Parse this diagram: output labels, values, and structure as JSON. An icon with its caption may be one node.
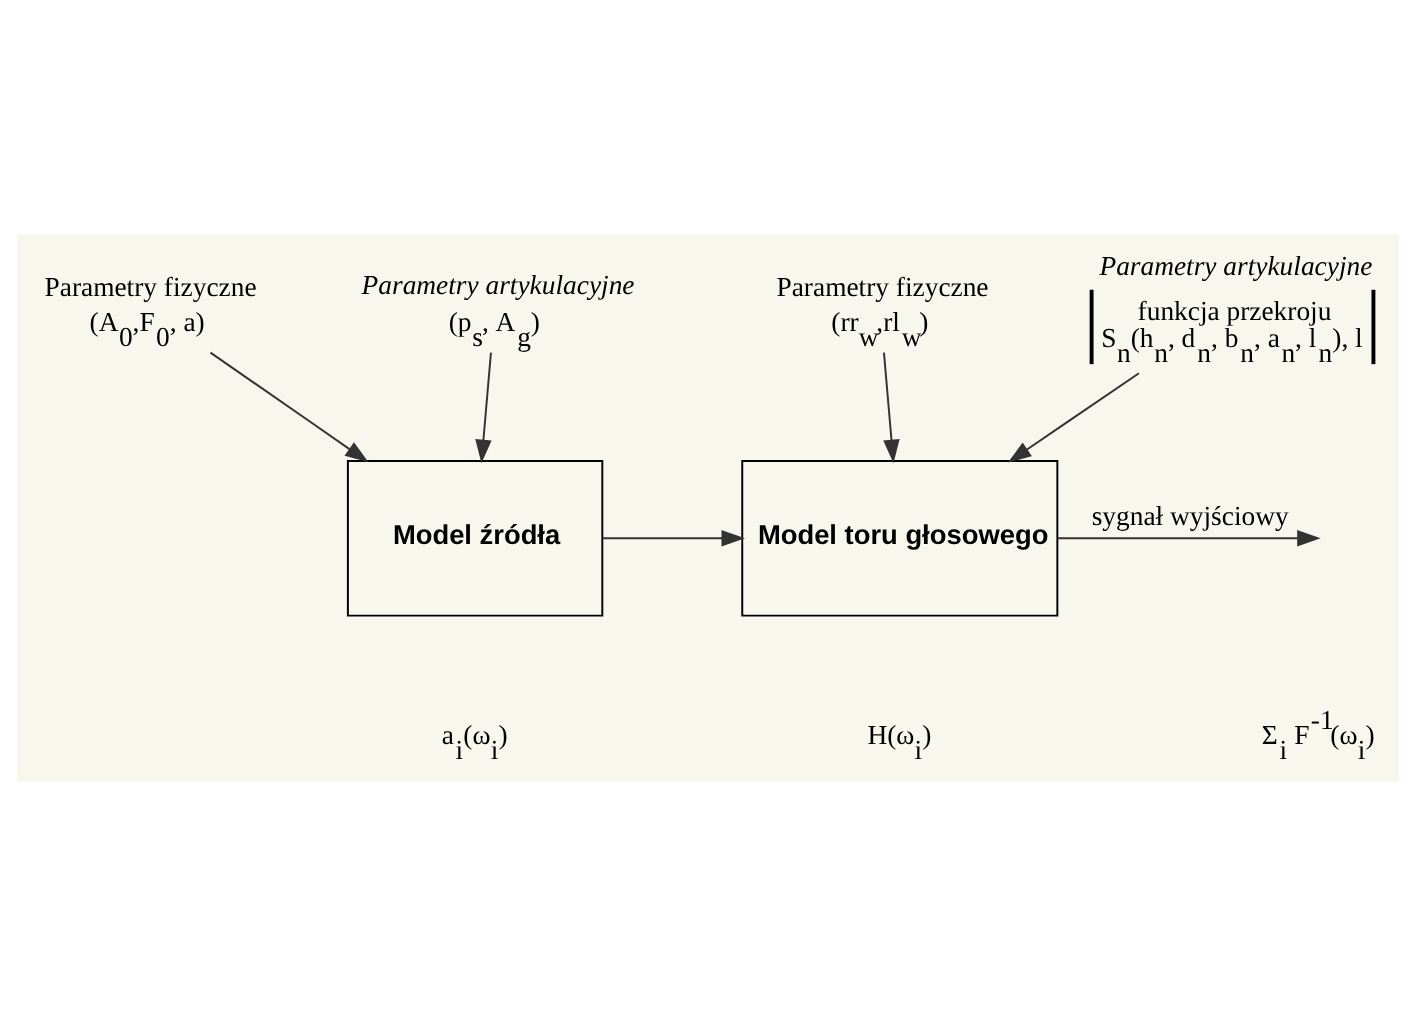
{
  "diagram": {
    "nodes": [
      {
        "text": [
          "Parametry fizyczne",
          "(A$_{0}$,F$_{0}$, a)"
        ]
      },
      {
        "text": [
          "Parametry artykulacyjne",
          "(p$_{s}$, A$_{g}$)"
        ]
      },
      {
        "text": [
          "Parametry fizyczne",
          "(rr$_{w}$,rl$_{w}$)"
        ]
      },
      {
        "text": [
          "Parametry artykulacyjne",
          "funkcja przekroju",
          "S$_{n}$(h$_{n}$, d$_{n}$, b$_{n}$, a$_{n}$, l$_{n}$), l"
        ]
      },
      {
        "text": [
          "Model źródła"
        ],
        "beside": [
          "a$_{i}$(ω$_{i}$)"
        ]
      },
      {
        "text": [
          "Model toru głosowego"
        ],
        "beside": [
          "H(ω$_{i}$)"
        ]
      }
    ],
    "edges": [
      {
        "from": 0,
        "to": 4,
        "arrow": "to"
      },
      {
        "from": 1,
        "to": 4,
        "arrow": "to"
      },
      {
        "from": 2,
        "to": 5,
        "arrow": "to"
      },
      {
        "from": 3,
        "to": 5,
        "arrow": "to"
      },
      {
        "from": 4,
        "to": 5,
        "arrow": "to"
      },
      {
        "from": 5,
        "to": null,
        "arrow": "to",
        "label": "sygnał wyjściowy"
      }
    ],
    "labels": [
      "Σ$_{i}$ F$^{-1}$(ω$_{i}$)"
    ]
  }
}
